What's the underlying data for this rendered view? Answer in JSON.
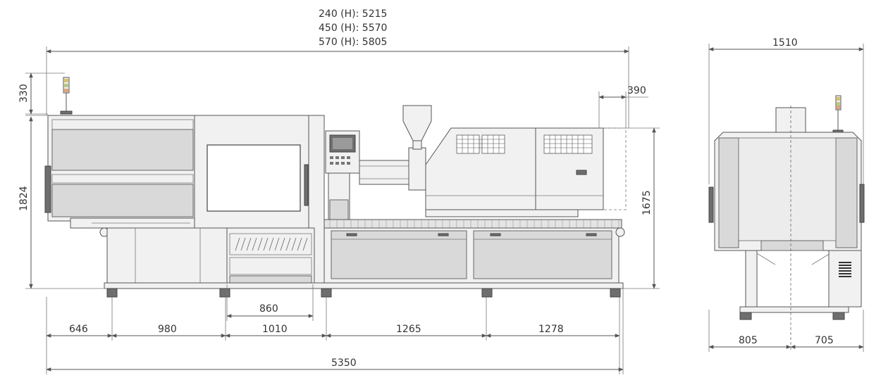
{
  "front_view": {
    "total_lengths": {
      "line1": "240 (H):  5215",
      "line2": "450 (H): 5570",
      "line3": "570 (H): 5805"
    },
    "height_lamp": "330",
    "height_machine": "1824",
    "height_injection": "1675",
    "nozzle_offset": "390",
    "mold_depth": "860",
    "segments": [
      "646",
      "980",
      "1010",
      "1265",
      "1278"
    ],
    "base_length": "5350"
  },
  "side_view": {
    "width": "1510",
    "left_half": "805",
    "right_half": "705"
  }
}
